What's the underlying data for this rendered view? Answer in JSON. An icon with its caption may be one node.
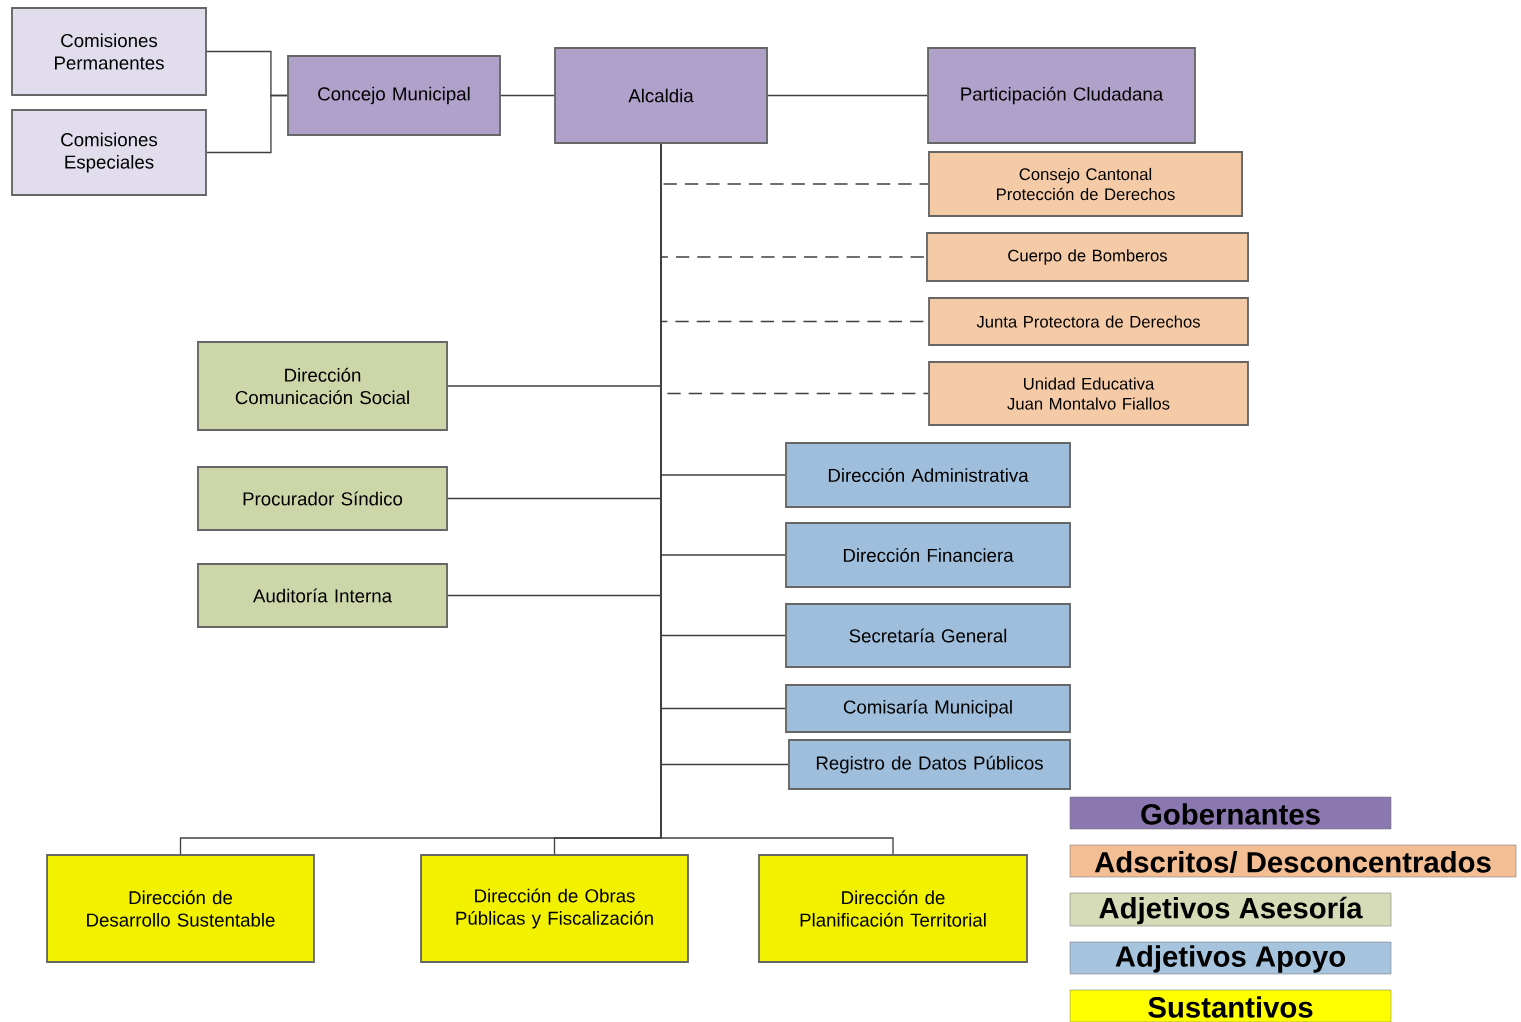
{
  "diagram": {
    "nodes": [
      {
        "text": [
          "Comisiones Permanentes"
        ]
      },
      {
        "text": [
          "Comisiones Especiales"
        ]
      },
      {
        "text": [
          "Concejo Municipal"
        ]
      },
      {
        "text": [
          "Alcaldia"
        ]
      },
      {
        "text": [
          "Participación Cludadana"
        ]
      },
      {
        "text": [
          "Consejo Cantonal Protección de Derechos"
        ]
      },
      {
        "text": [
          "Cuerpo de Bomberos"
        ]
      },
      {
        "text": [
          "Junta Protectora de Derechos"
        ]
      },
      {
        "text": [
          "Unidad Educativa Juan Montalvo Fiallos"
        ]
      },
      {
        "text": [
          "Dirección Comunicación Social"
        ]
      },
      {
        "text": [
          "Procurador Síndico"
        ]
      },
      {
        "text": [
          "Auditoría Interna"
        ]
      },
      {
        "text": [
          "Dirección Administrativa"
        ]
      },
      {
        "text": [
          "Dirección Financiera"
        ]
      },
      {
        "text": [
          "Secretaría General"
        ]
      },
      {
        "text": [
          "Comisaría Municipal"
        ]
      },
      {
        "text": [
          "Registro de Datos Públicos"
        ]
      },
      {
        "text": [
          "Dirección de Desarrollo Sustentable"
        ]
      },
      {
        "text": [
          "Dirección de Obras Públicas y Fiscalización"
        ]
      },
      {
        "text": [
          "Dirección de Planificación Territorial"
        ]
      }
    ],
    "edges": [
      {
        "from": 0,
        "to": 2,
        "arrow": "none"
      },
      {
        "from": 1,
        "to": 2,
        "arrow": "none"
      },
      {
        "from": 2,
        "to": 3,
        "arrow": "none"
      },
      {
        "from": 3,
        "to": 4,
        "arrow": "none"
      },
      {
        "from": 3,
        "to": 5,
        "arrow": "none",
        "style": "dashed"
      },
      {
        "from": 3,
        "to": 6,
        "arrow": "none",
        "style": "dashed"
      },
      {
        "from": 3,
        "to": 7,
        "arrow": "none",
        "style": "dashed"
      },
      {
        "from": 3,
        "to": 8,
        "arrow": "none",
        "style": "dashed"
      },
      {
        "from": 3,
        "to": 9,
        "arrow": "none"
      },
      {
        "from": 3,
        "to": 10,
        "arrow": "none"
      },
      {
        "from": 3,
        "to": 11,
        "arrow": "none"
      },
      {
        "from": 3,
        "to": 12,
        "arrow": "none"
      },
      {
        "from": 3,
        "to": 13,
        "arrow": "none"
      },
      {
        "from": 3,
        "to": 14,
        "arrow": "none"
      },
      {
        "from": 3,
        "to": 15,
        "arrow": "none"
      },
      {
        "from": 3,
        "to": 16,
        "arrow": "none"
      },
      {
        "from": 3,
        "to": 17,
        "arrow": "none"
      },
      {
        "from": 3,
        "to": 18,
        "arrow": "none"
      },
      {
        "from": 3,
        "to": 19,
        "arrow": "none"
      }
    ],
    "legend": [
      {
        "text": "Gobernantes",
        "color": "#8b78b0"
      },
      {
        "text": "Adscritos/ Desconcentrados",
        "color": "#f4be94"
      },
      {
        "text": "Adjetivos Asesoría",
        "color": "#d6dcb8"
      },
      {
        "text": "Adjetivos Apoyo",
        "color": "#a7c4de"
      },
      {
        "text": "Sustantivos",
        "color": "#ffff00"
      }
    ]
  }
}
